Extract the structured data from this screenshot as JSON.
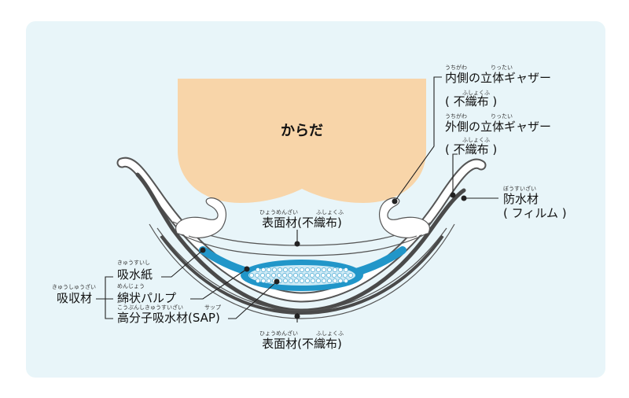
{
  "body_label": "からだ",
  "labels": {
    "inner_gather": {
      "ruby1": "うちがわ",
      "ruby2": "りったい",
      "line1": "内側の立体ギャザー",
      "ruby3": "ふしょくふ",
      "line2": "( 不織布 )"
    },
    "outer_gather": {
      "ruby1": "うちがわ",
      "ruby2": "りったい",
      "line1": "外側の立体ギャザー",
      "ruby3": "ふしょくふ",
      "line2": "( 不織布 )"
    },
    "waterproof": {
      "ruby": "ぼうすいざい",
      "line1": "防水材",
      "line2": "( フィルム )"
    },
    "top_sheet": {
      "ruby1": "ひょうめんざい",
      "ruby2": "ふしょくふ",
      "text": "表面材(不織布)"
    },
    "bottom_sheet": {
      "ruby1": "ひょうめんざい",
      "ruby2": "ふしょくふ",
      "text": "表面材(不織布)"
    },
    "absorbent_paper": {
      "ruby": "きゅうすいし",
      "text": "吸水紙"
    },
    "absorbent_material": {
      "ruby": "きゅうしゅうざい",
      "text": "吸収材"
    },
    "fluff_pulp": {
      "ruby": "めんじょう",
      "text": "綿状パルプ"
    },
    "sap": {
      "ruby1": "こうぶんしきゅうすいざい",
      "ruby2": "サップ",
      "text": "高分子吸水材(SAP)"
    }
  },
  "colors": {
    "panel": "#e8f5f9",
    "body": "#f8d5a9",
    "blue": "#2196c9",
    "dark_gray": "#4a4a4a",
    "outline": "#555555"
  }
}
